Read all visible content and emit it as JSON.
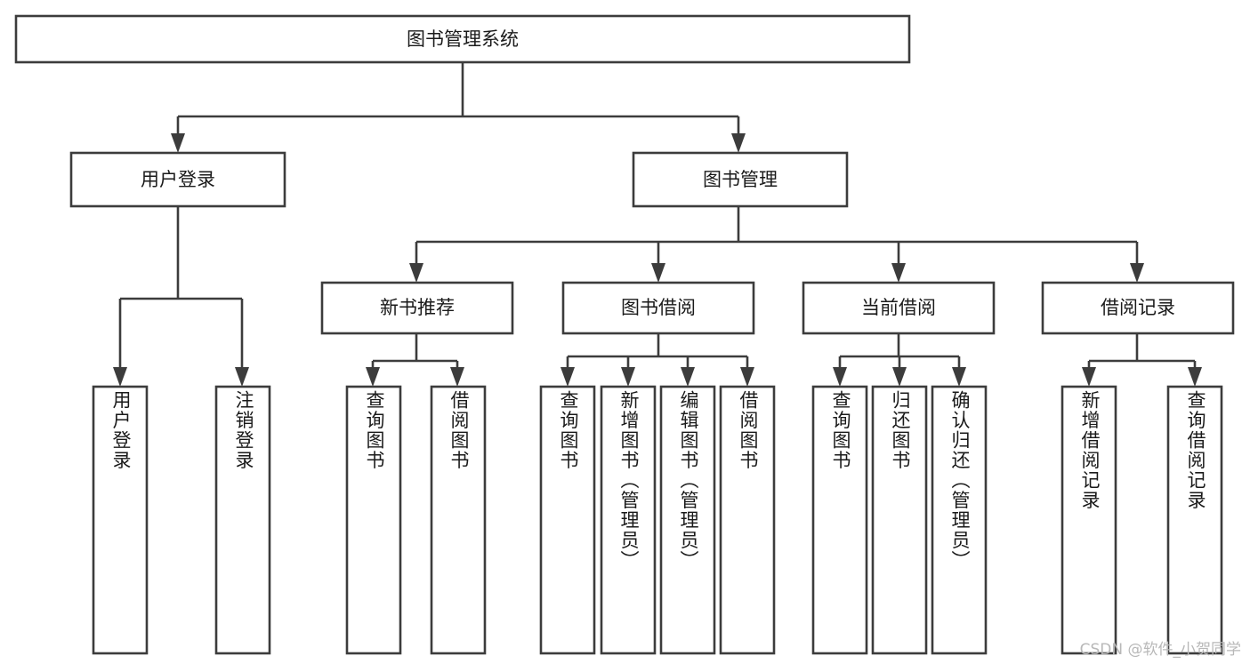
{
  "diagram": {
    "type": "tree-hierarchy",
    "title": "图书管理系统",
    "watermark": "CSDN @软件_小贺同学",
    "colors": {
      "stroke": "#3c3c3c",
      "fill": "#ffffff",
      "text": "#1a1a1a",
      "watermark": "#b8b8b8"
    },
    "root": {
      "label": "图书管理系统"
    },
    "level2": [
      {
        "label": "用户登录"
      },
      {
        "label": "图书管理"
      }
    ],
    "level3": [
      {
        "label": "新书推荐"
      },
      {
        "label": "图书借阅"
      },
      {
        "label": "当前借阅"
      },
      {
        "label": "借阅记录"
      }
    ],
    "leaves": {
      "user_login": [
        {
          "label": "用户登录"
        },
        {
          "label": "注销登录"
        }
      ],
      "new_book_recommend": [
        {
          "label": "查询图书"
        },
        {
          "label": "借阅图书"
        }
      ],
      "book_borrow": [
        {
          "label": "查询图书"
        },
        {
          "label": "新增图书（管理员）"
        },
        {
          "label": "编辑图书（管理员）"
        },
        {
          "label": "借阅图书"
        }
      ],
      "current_borrow": [
        {
          "label": "查询图书"
        },
        {
          "label": "归还图书"
        },
        {
          "label": "确认归还（管理员）"
        }
      ],
      "borrow_record": [
        {
          "label": "新增借阅记录"
        },
        {
          "label": "查询借阅记录"
        }
      ]
    }
  }
}
